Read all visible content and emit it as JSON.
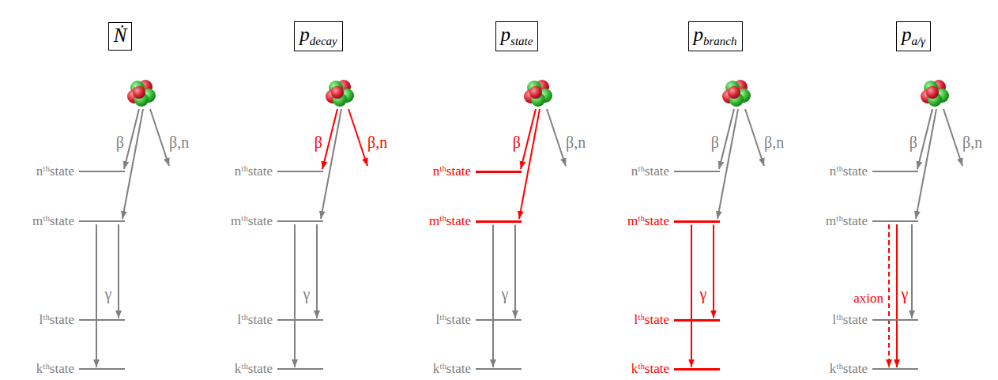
{
  "diagram": {
    "nodes": [
      {
        "text": [
          "Ṅ"
        ]
      },
      {
        "text": [
          "nᵗʰstate"
        ]
      },
      {
        "text": [
          "mᵗʰstate"
        ]
      },
      {
        "text": [
          "lᵗʰstate"
        ]
      },
      {
        "text": [
          "kᵗʰstate"
        ]
      },
      {
        "text": [
          "p",
          "decay"
        ]
      },
      {
        "text": [
          "nᵗʰstate"
        ]
      },
      {
        "text": [
          "mᵗʰstate"
        ]
      },
      {
        "text": [
          "lᵗʰstate"
        ]
      },
      {
        "text": [
          "kᵗʰstate"
        ]
      },
      {
        "text": [
          "p",
          "state"
        ]
      },
      {
        "text": [
          "nᵗʰstate"
        ]
      },
      {
        "text": [
          "mᵗʰstate"
        ]
      },
      {
        "text": [
          "lᵗʰstate"
        ]
      },
      {
        "text": [
          "kᵗʰstate"
        ]
      },
      {
        "text": [
          "p",
          "branch"
        ]
      },
      {
        "text": [
          "nᵗʰstate"
        ]
      },
      {
        "text": [
          "mᵗʰstate"
        ]
      },
      {
        "text": [
          "lᵗʰstate"
        ]
      },
      {
        "text": [
          "kᵗʰstate"
        ]
      },
      {
        "text": [
          "p",
          "a/γ"
        ]
      },
      {
        "text": [
          "nᵗʰstate"
        ]
      },
      {
        "text": [
          "mᵗʰstate"
        ]
      },
      {
        "text": [
          "lᵗʰstate"
        ]
      },
      {
        "text": [
          "kᵗʰstate"
        ]
      }
    ],
    "edges": [
      {
        "from": 2,
        "to": 3,
        "arrow": "to",
        "label": "γ"
      },
      {
        "from": 2,
        "to": 4,
        "arrow": "to"
      },
      {
        "from": 7,
        "to": 8,
        "arrow": "to",
        "label": "γ"
      },
      {
        "from": 7,
        "to": 9,
        "arrow": "to"
      },
      {
        "from": 12,
        "to": 13,
        "arrow": "to",
        "label": "γ"
      },
      {
        "from": 12,
        "to": 14,
        "arrow": "to"
      },
      {
        "from": 17,
        "to": 18,
        "arrow": "to",
        "label": "γ"
      },
      {
        "from": 17,
        "to": 19,
        "arrow": "to"
      },
      {
        "from": 22,
        "to": 24,
        "arrow": "to",
        "label": "axion"
      },
      {
        "from": 22,
        "to": 24,
        "arrow": "to",
        "label": "γ"
      },
      {
        "from": 22,
        "to": 23,
        "arrow": "to"
      }
    ],
    "labels": [
      "β",
      "β,n",
      "β",
      "β,n",
      "β",
      "β,n",
      "β",
      "β,n",
      "β",
      "β,n"
    ]
  }
}
